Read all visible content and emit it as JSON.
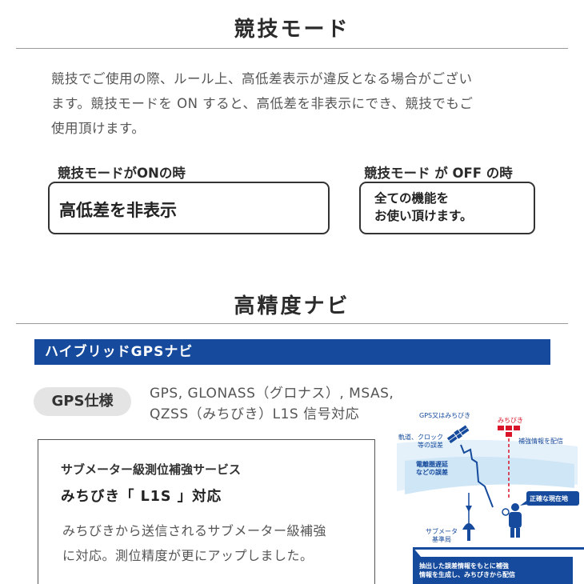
{
  "competition": {
    "title": "競技モード",
    "description_lines": [
      "競技でご使用の際、ルール上、高低差表示が違反となる場合がござい",
      "ます。競技モードを ON すると、高低差を非表示にでき、競技でもご",
      "使用頂けます。"
    ],
    "on_box": {
      "heading": "競技モードがONの時",
      "text": "高低差を非表示"
    },
    "off_box": {
      "heading": "競技モード が OFF の時",
      "lines": [
        "全ての機能を",
        "お使い頂けます。"
      ]
    }
  },
  "navi": {
    "title": "高精度ナビ",
    "bar_label": "ハイブリッドGPSナビ",
    "gps_pill": "GPS仕様",
    "gps_spec_lines": [
      "GPS, GLONASS（グロナス）, MSAS,",
      "QZSS（みちびき）L1S 信号対応"
    ],
    "service": {
      "title": "サブメーター級測位補強サービス",
      "subtitle": "みちびき「 L1S 」対応",
      "body_lines": [
        "みちびきから送信されるサブメーター級補強",
        "に対応。測位精度が更にアップしました。"
      ]
    },
    "diagram": {
      "gps_label": "GPS又はみちびき",
      "michibiki_label": "みちびき",
      "orbit_error_lines": [
        "軌道、クロック",
        "等の誤差"
      ],
      "correction_label": "補強情報を配信",
      "ionosphere_lines": [
        "電離圏遅延",
        "などの誤差"
      ],
      "accurate_position": "正確な現在地",
      "station_lines": [
        "サブメータ",
        "基準局"
      ],
      "footer_lines": [
        "抽出した誤差情報をもとに補強",
        "情報を生成し、みちびきから配信"
      ]
    }
  },
  "colors": {
    "brand_blue": "#154a9c",
    "red": "#d9142a",
    "light_blue": "#cfe6f7"
  }
}
